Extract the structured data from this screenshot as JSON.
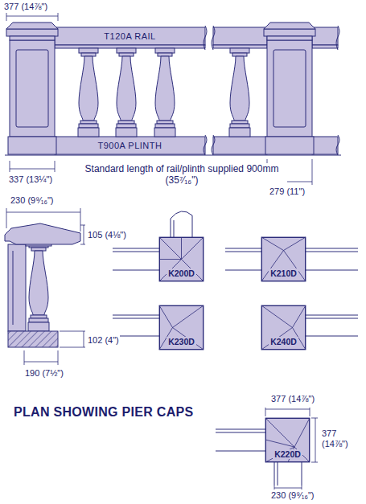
{
  "diagram": {
    "nodes": [
      {
        "text": [
          "T120A RAIL"
        ]
      },
      {
        "text": [
          "T900A PLINTH"
        ]
      },
      {
        "text": [
          "K200D"
        ]
      },
      {
        "text": [
          "K210D"
        ]
      },
      {
        "text": [
          "K230D"
        ]
      },
      {
        "text": [
          "K240D"
        ]
      },
      {
        "text": [
          "K220D"
        ]
      }
    ],
    "labels": [
      "377 (14⅞\")",
      "337 (13¼\")",
      "Standard length of rail/plinth supplied 900mm (35⁷⁄₁₆\")",
      "279 (11\")",
      "230 (9⁹⁄₁₆\")",
      "105 (4⅛\")",
      "102 (4\")",
      "190 (7½\")",
      "PLAN SHOWING PIER CAPS",
      "377 (14⅞\")",
      "377 (14⅞\")",
      "230 (9⁹⁄₁₆\")"
    ]
  }
}
